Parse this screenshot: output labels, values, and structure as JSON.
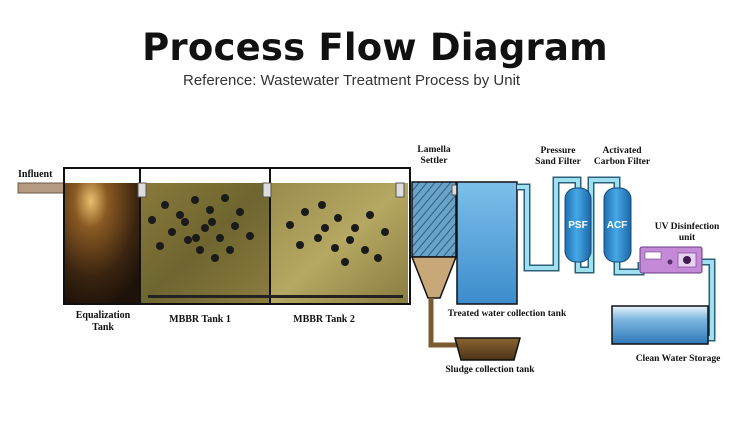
{
  "header": {
    "title": "Process Flow Diagram",
    "subtitle": "Reference: Wastewater Treatment Process by Unit"
  },
  "labels": {
    "influent": "Influent",
    "equalization_line1": "Equalization",
    "equalization_line2": "Tank",
    "mbbr1": "MBBR Tank 1",
    "mbbr2": "MBBR Tank 2",
    "lamella_line1": "Lamella",
    "lamella_line2": "Settler",
    "treated": "Treated water collection tank",
    "sludge": "Sludge collection tank",
    "psf_line1": "Pressure",
    "psf_line2": "Sand Filter",
    "acf_line1": "Activated",
    "acf_line2": "Carbon Filter",
    "uv_line1": "UV Disinfection",
    "uv_line2": "unit",
    "clean": "Clean Water Storage",
    "psf_abbr": "PSF",
    "acf_abbr": "ACF"
  },
  "colors": {
    "pipe": "#7ec8d8",
    "pipe_dark": "#2b5f7a",
    "filter_blue": "#2a86c8",
    "uv_purple": "#c48ad8",
    "equalization": "#3a2410",
    "mbbr": "#7a6a30",
    "treated_water": "#5aa6dd",
    "clean_water": "#4a90c8"
  }
}
